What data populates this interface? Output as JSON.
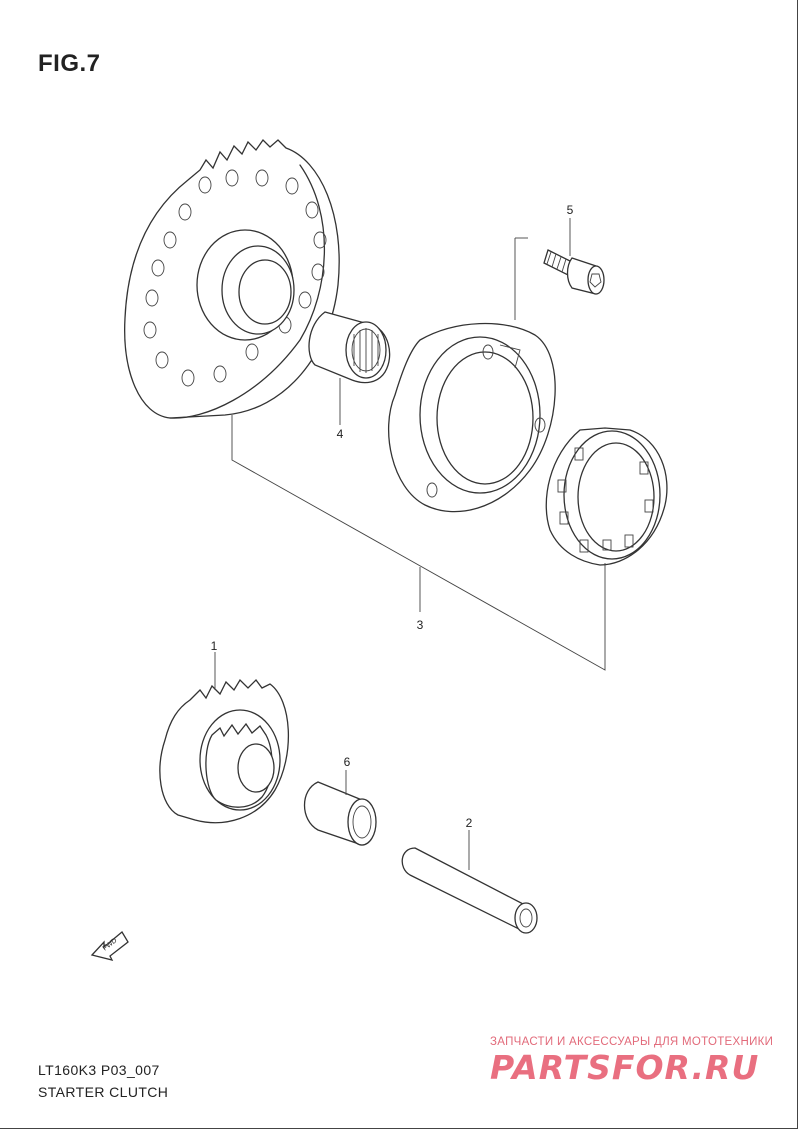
{
  "figure": {
    "title": "FIG.7",
    "model_code": "LT160K3 P03_007",
    "section_name": "STARTER CLUTCH"
  },
  "callouts": [
    {
      "id": "1",
      "label": "1"
    },
    {
      "id": "2",
      "label": "2"
    },
    {
      "id": "3",
      "label": "3"
    },
    {
      "id": "4",
      "label": "4"
    },
    {
      "id": "5",
      "label": "5"
    },
    {
      "id": "6",
      "label": "6"
    }
  ],
  "direction_marker": {
    "label": "FWD",
    "icon": "forward-arrow-icon"
  },
  "watermark": {
    "tagline": "ЗАПЧАСТИ И АКСЕССУАРЫ ДЛЯ МОТОТЕХНИКИ",
    "brand": "PARTSFOR.RU",
    "color": "#e96f80"
  }
}
